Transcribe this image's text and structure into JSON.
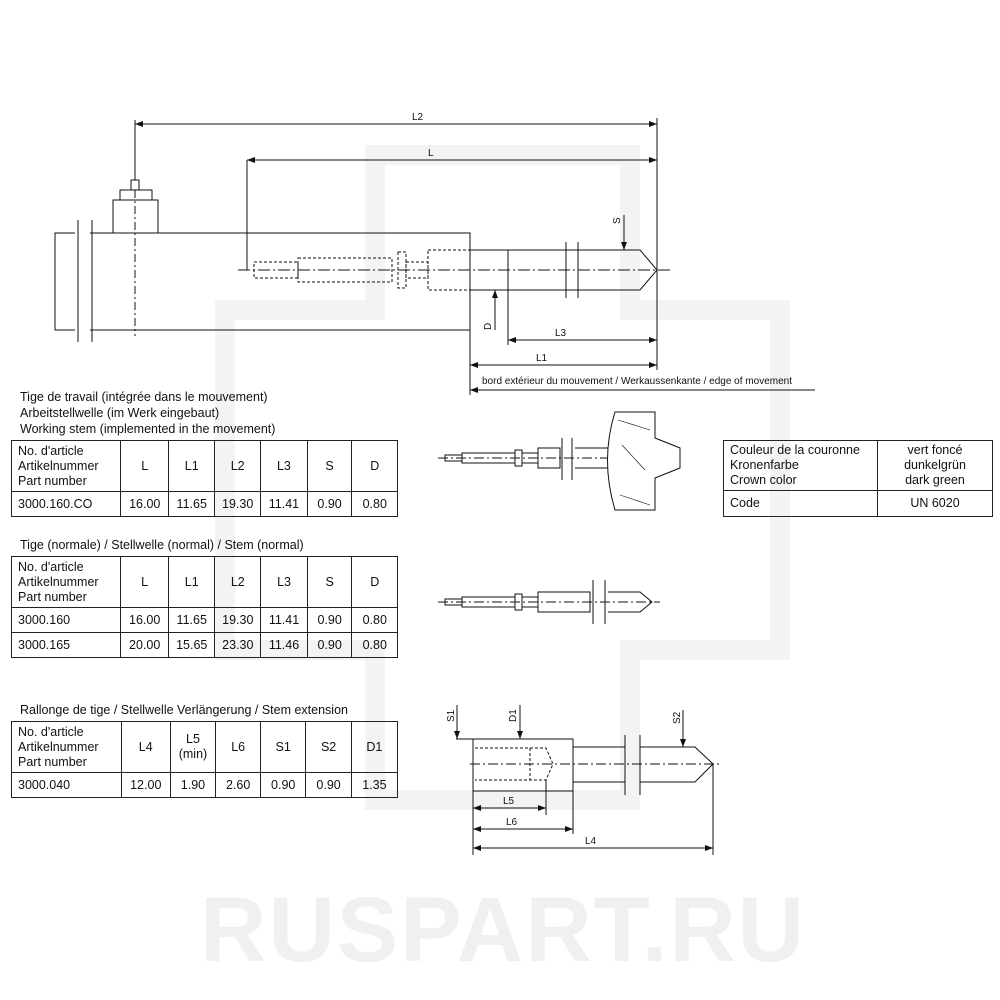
{
  "watermark": "RUSPART.RU",
  "drawing_labels": {
    "L2": "L2",
    "L": "L",
    "S": "S",
    "D": "D",
    "L3": "L3",
    "L1": "L1",
    "edge": "bord extérieur du mouvement / Werkaussenkante / edge of movement",
    "S1": "S1",
    "D1": "D1",
    "S2": "S2",
    "L5": "L5",
    "L6": "L6",
    "L4": "L4"
  },
  "working_stem": {
    "title": [
      "Tige de travail (intégrée dans le mouvement)",
      "Arbeitstellwelle (im Werk eingebaut)",
      "Working stem (implemented in the movement)"
    ],
    "header": [
      "No. d'article\nArtikelnummer\nPart number",
      "L",
      "L1",
      "L2",
      "L3",
      "S",
      "D"
    ],
    "rows": [
      [
        "3000.160.CO",
        "16.00",
        "11.65",
        "19.30",
        "11.41",
        "0.90",
        "0.80"
      ]
    ]
  },
  "crown": {
    "label": "Couleur de la couronne\nKronenfarbe\nCrown color",
    "value": "vert foncé\ndunkelgrün\ndark green",
    "code_label": "Code",
    "code": "UN 6020"
  },
  "normal_stem": {
    "title": "Tige (normale) / Stellwelle (normal) / Stem (normal)",
    "header": [
      "No. d'article\nArtikelnummer\nPart number",
      "L",
      "L1",
      "L2",
      "L3",
      "S",
      "D"
    ],
    "rows": [
      [
        "3000.160",
        "16.00",
        "11.65",
        "19.30",
        "11.41",
        "0.90",
        "0.80"
      ],
      [
        "3000.165",
        "20.00",
        "15.65",
        "23.30",
        "11.46",
        "0.90",
        "0.80"
      ]
    ]
  },
  "extension": {
    "title": "Rallonge de tige / Stellwelle Verlängerung / Stem extension",
    "header": [
      "No. d'article\nArtikelnummer\nPart number",
      "L4",
      "L5\n(min)",
      "L6",
      "S1",
      "S2",
      "D1"
    ],
    "rows": [
      [
        "3000.040",
        "12.00",
        "1.90",
        "2.60",
        "0.90",
        "0.90",
        "1.35"
      ]
    ]
  }
}
